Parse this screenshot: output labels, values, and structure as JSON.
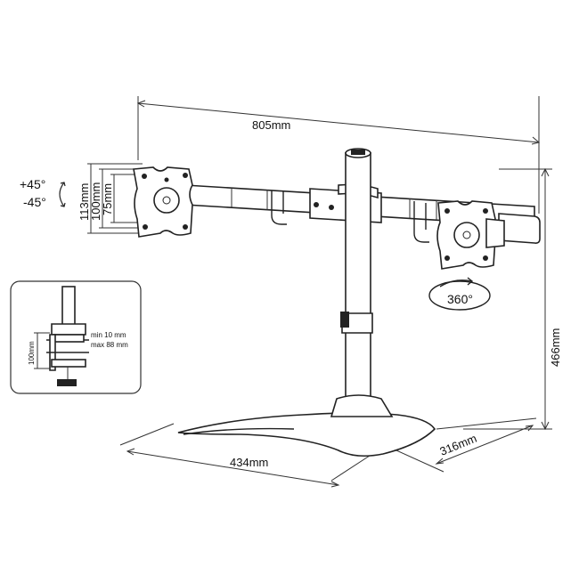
{
  "dimensions": {
    "width_label": "805mm",
    "height_label": "466mm",
    "base_width_label": "434mm",
    "base_depth_label": "316mm",
    "vesa_outer_label": "113mm",
    "vesa_mid_label": "100mm",
    "vesa_inner_label": "75mm"
  },
  "tilt": {
    "up_label": "+45°",
    "down_label": "-45°"
  },
  "rotation": {
    "label": "360°"
  },
  "clamp_inset": {
    "height_label": "100mm",
    "min_label": "min 10 mm",
    "max_label": "max 88 mm"
  }
}
